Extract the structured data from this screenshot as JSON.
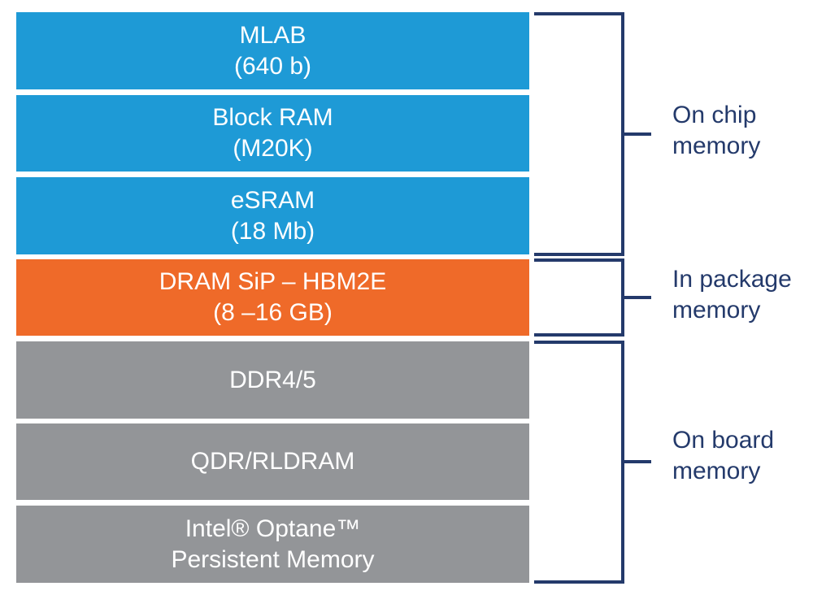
{
  "colors": {
    "on_chip": "#1e9ad6",
    "in_package": "#ef6a29",
    "on_board": "#939598",
    "bracket": "#243a6b"
  },
  "blocks": [
    {
      "line1": "MLAB",
      "line2": "(640 b)",
      "tier": "on_chip"
    },
    {
      "line1": "Block RAM",
      "line2": "(M20K)",
      "tier": "on_chip"
    },
    {
      "line1": "eSRAM",
      "line2": "(18 Mb)",
      "tier": "on_chip"
    },
    {
      "line1": "DRAM SiP – HBM2E",
      "line2": "(8 –16 GB)",
      "tier": "in_package"
    },
    {
      "line1": "DDR4/5",
      "line2": "",
      "tier": "on_board"
    },
    {
      "line1": "QDR/RLDRAM",
      "line2": "",
      "tier": "on_board"
    },
    {
      "line1": "Intel® Optane™",
      "line2": "Persistent Memory",
      "tier": "on_board"
    }
  ],
  "groups": [
    {
      "line1": "On chip",
      "line2": "memory"
    },
    {
      "line1": "In package",
      "line2": "memory"
    },
    {
      "line1": "On board",
      "line2": "memory"
    }
  ]
}
